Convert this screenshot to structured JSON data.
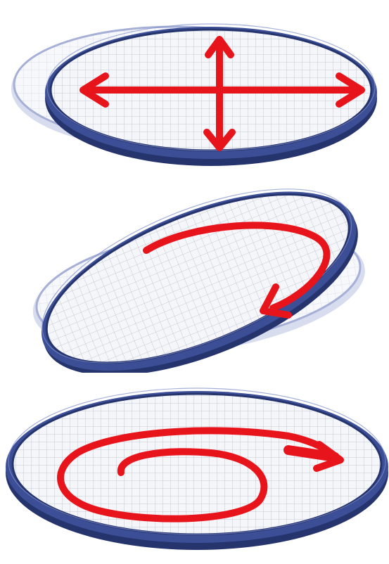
{
  "colors": {
    "background": "#ffffff",
    "ring_main": "#3c4f96",
    "ring_dark": "#26346e",
    "ring_highlight": "#7f8fca",
    "ring_ghost": "#c3c9e6",
    "ring_ghost_edge": "#a6afd6",
    "mesh_fill": "#f5f6fa",
    "mesh_line": "#b9bdc7",
    "arrow": "#e8141b"
  },
  "panels": [
    {
      "motion": "linear-x-y",
      "arrows": [
        "arrow-left",
        "arrow-right",
        "arrow-up",
        "arrow-down"
      ]
    },
    {
      "motion": "tilt",
      "arrows": [
        "curved-arrow"
      ]
    },
    {
      "motion": "circular",
      "arrows": [
        "spiral-arrow"
      ]
    }
  ]
}
